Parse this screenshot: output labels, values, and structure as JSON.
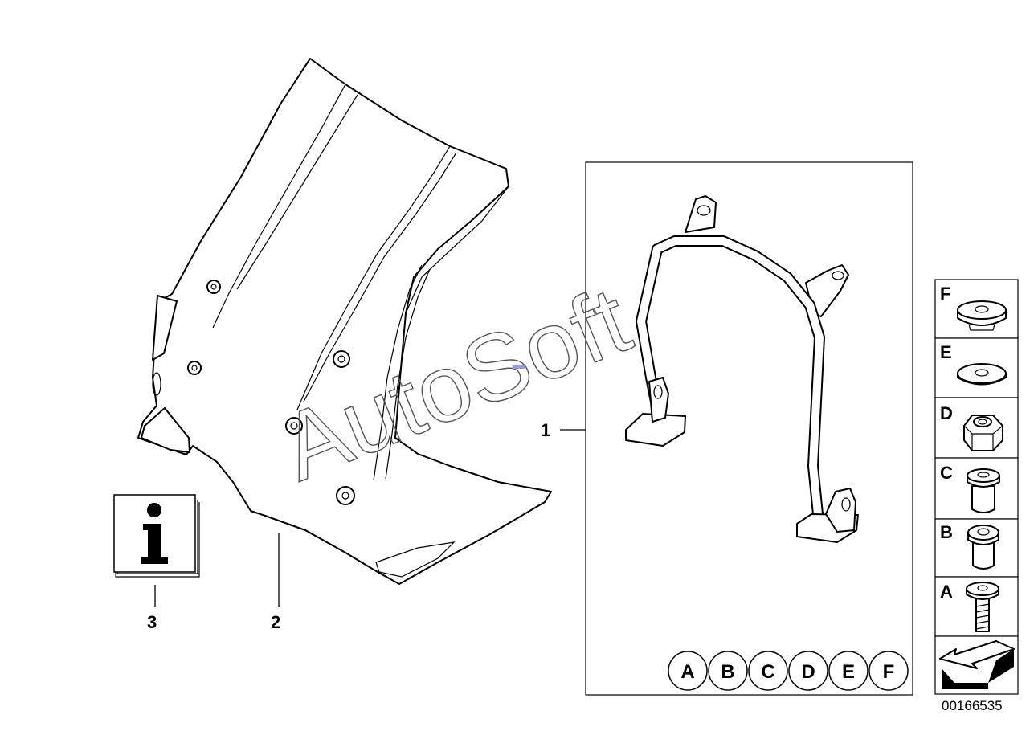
{
  "watermark": "AutoSoft",
  "callouts": {
    "item1": "1",
    "item2": "2",
    "item3": "3"
  },
  "info_icon": "info-book-icon",
  "circle_labels": [
    "A",
    "B",
    "C",
    "D",
    "E",
    "F"
  ],
  "hardware_panel": [
    {
      "letter": "F",
      "icon": "grommet-icon"
    },
    {
      "letter": "E",
      "icon": "washer-icon"
    },
    {
      "letter": "D",
      "icon": "hex-nut-icon"
    },
    {
      "letter": "C",
      "icon": "rivet-nut-icon"
    },
    {
      "letter": "B",
      "icon": "threaded-insert-icon"
    },
    {
      "letter": "A",
      "icon": "screw-icon"
    }
  ],
  "arrow_icon": "arrow-left-icon",
  "diagram_code": "00166535"
}
